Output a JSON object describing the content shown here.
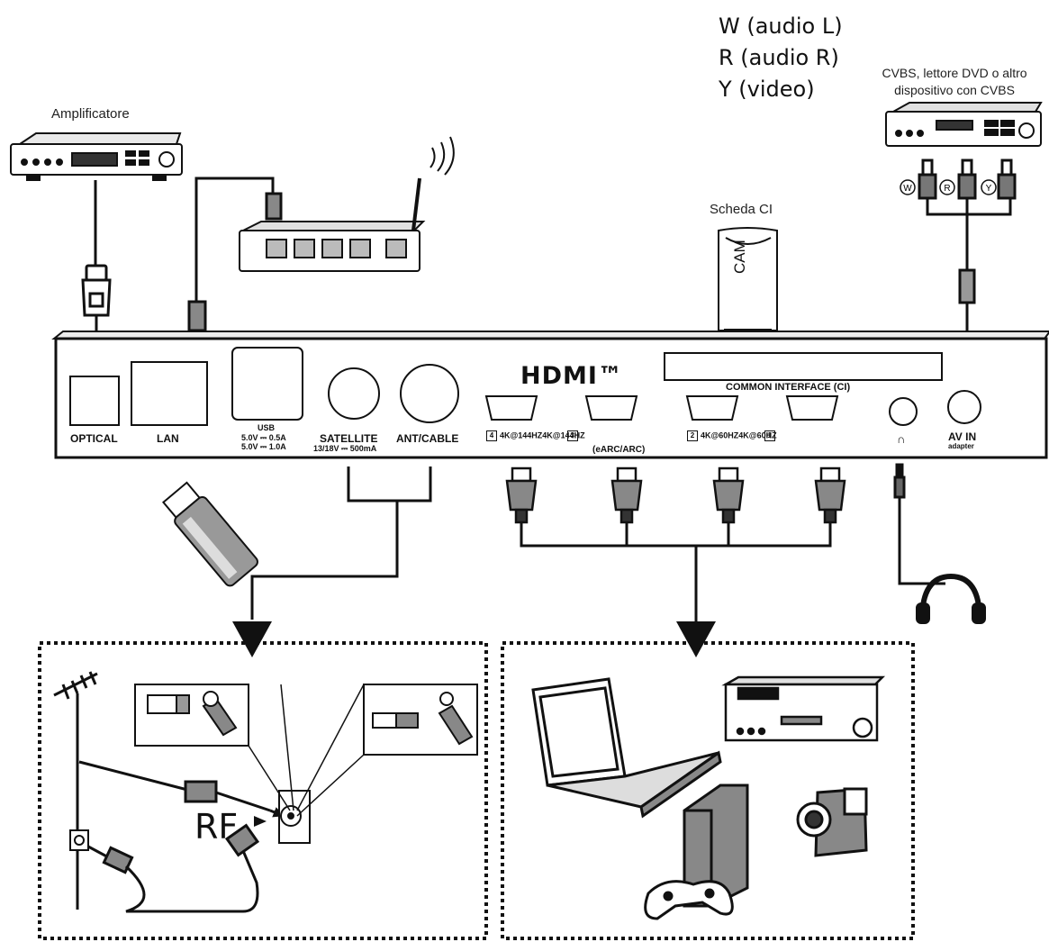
{
  "legend": {
    "w": "W (audio L)",
    "r": "R (audio R)",
    "y": "Y (video)"
  },
  "callouts": {
    "amplifier": "Amplificatore",
    "cvbs": "CVBS, lettore DVD o altro dispositivo con CVBS",
    "ci_card": "Scheda CI",
    "cam": "CAM",
    "rf": "RF"
  },
  "rca_plugs": [
    "W",
    "R",
    "Y"
  ],
  "panel": {
    "optical": "OPTICAL",
    "lan": "LAN",
    "usb": "USB",
    "usb_rating_1": "5.0V ⎓ 0.5A",
    "usb_rating_2": "5.0V ⎓ 1.0A",
    "satellite": "SATELLITE",
    "satellite_rating": "13/18V ⎓ 500mA",
    "ant_cable": "ANT/CABLE",
    "hdmi_logo": "HDMI™",
    "hdmi_4_num": "4",
    "hdmi_4_label": "4K@144HZ4K@144HZ",
    "hdmi_3_num": "3",
    "earc": "(eARC/ARC)",
    "hdmi_2_num": "2",
    "hdmi_2_label": "4K@60HZ4K@60HZ",
    "hdmi_1_num": "1",
    "common_interface": "COMMON INTERFACE (CI)",
    "headphone_symbol": "∩",
    "av_in": "AV IN",
    "adapter": "adapter"
  }
}
